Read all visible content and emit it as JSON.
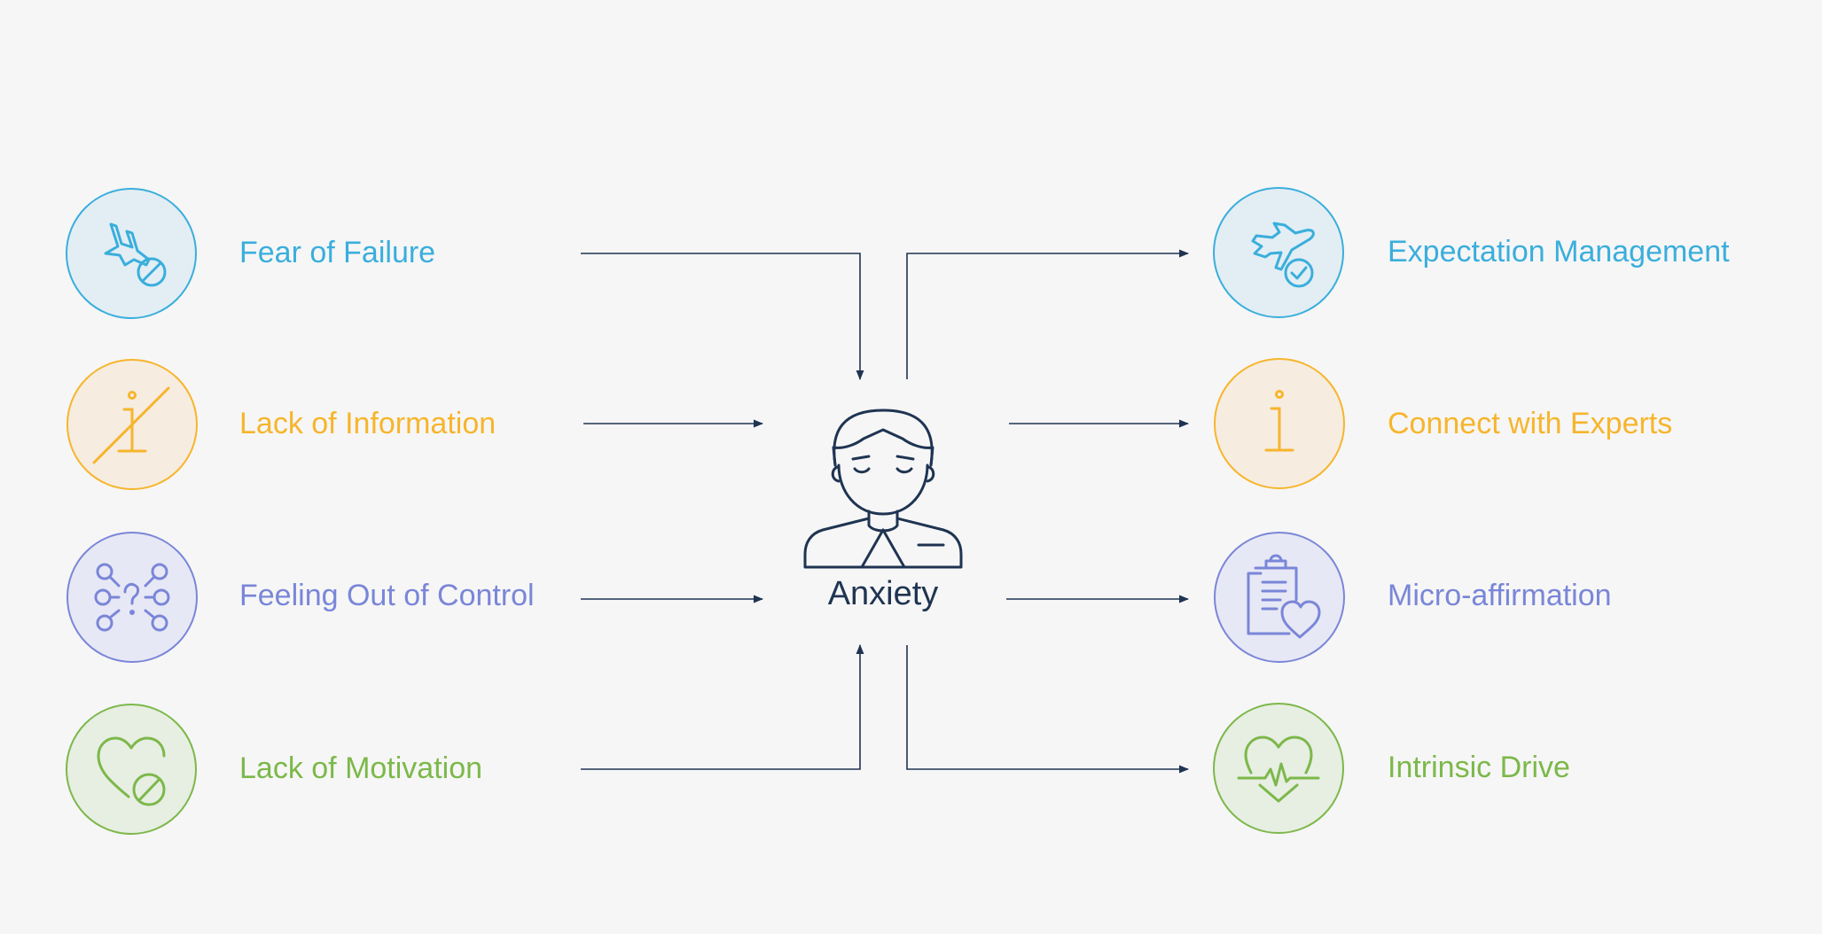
{
  "center": {
    "label": "Anxiety",
    "icon": "anxious-person-icon"
  },
  "causes": [
    {
      "label": "Fear of Failure",
      "icon": "plane-crash-blocked-icon",
      "color": "#3aaedc"
    },
    {
      "label": "Lack of Information",
      "icon": "info-crossed-icon",
      "color": "#f7b52c"
    },
    {
      "label": "Feeling Out of Control",
      "icon": "question-network-icon",
      "color": "#7a86d8"
    },
    {
      "label": "Lack of Motivation",
      "icon": "heart-blocked-icon",
      "color": "#7cb84a"
    }
  ],
  "solutions": [
    {
      "label": "Expectation Management",
      "icon": "plane-checked-icon",
      "color": "#3aaedc"
    },
    {
      "label": "Connect with Experts",
      "icon": "info-icon",
      "color": "#f7b52c"
    },
    {
      "label": "Micro-affirmation",
      "icon": "clipboard-heart-icon",
      "color": "#7a86d8"
    },
    {
      "label": "Intrinsic Drive",
      "icon": "heartbeat-icon",
      "color": "#7cb84a"
    }
  ],
  "colors": {
    "connector": "#1f3452",
    "background": "#f6f6f6"
  }
}
